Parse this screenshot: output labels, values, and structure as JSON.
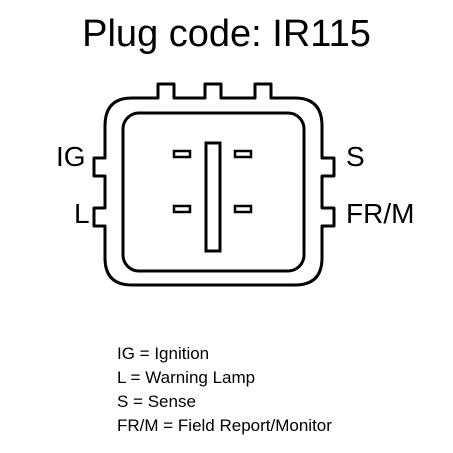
{
  "title": "Plug code: IR115",
  "pins": {
    "ig": "IG",
    "l": "L",
    "s": "S",
    "frm": "FR/M"
  },
  "legend": [
    "IG = Ignition",
    "L = Warning Lamp",
    "S = Sense",
    "FR/M = Field Report/Monitor"
  ],
  "colors": {
    "stroke": "#000000",
    "background": "#ffffff"
  }
}
